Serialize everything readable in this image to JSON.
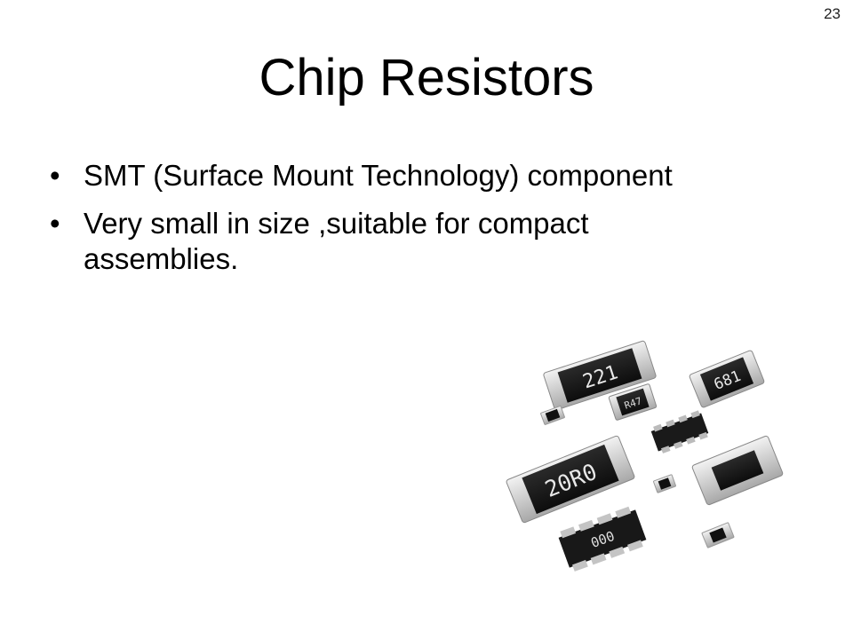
{
  "slide": {
    "page_number": "23",
    "title": "Chip Resistors",
    "bullets": [
      {
        "text": "SMT (Surface Mount Technology) component"
      },
      {
        "text": "Very small in size ,suitable for compact assemblies."
      }
    ]
  },
  "photo": {
    "chip_markings": [
      "221",
      "681",
      "R47",
      "20R0",
      "000"
    ]
  },
  "colors": {
    "background": "#ffffff",
    "text": "#000000",
    "chip_body": "#1c1c1c",
    "chip_terminal": "#d9d9d9"
  }
}
